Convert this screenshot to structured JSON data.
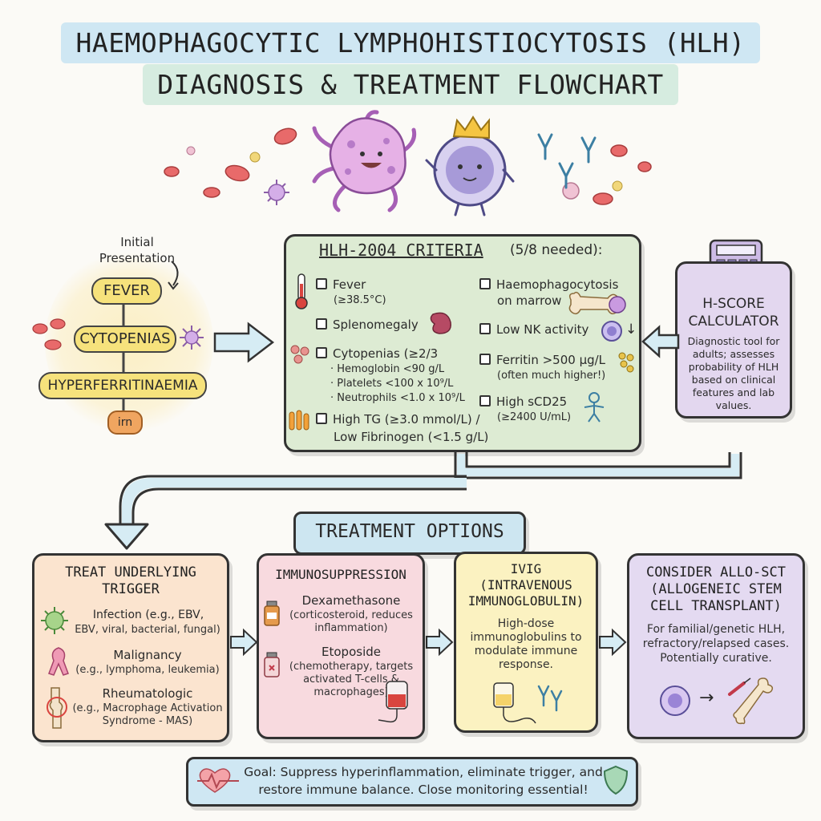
{
  "title": {
    "line1": "HAEMOPHAGOCYTIC LYMPHOHISTIOCYTOSIS (HLH)",
    "line2": "DIAGNOSIS & TREATMENT FLOWCHART"
  },
  "initial": {
    "label": "Initial\nPresentation",
    "items": [
      "FEVER",
      "CYTOPENIAS",
      "HYPERFERRITINAEMIA"
    ],
    "iron_label": "irn"
  },
  "criteria": {
    "title": "HLH-2004 CRITERIA",
    "needed": "(5/8 needed):",
    "left": {
      "fever": "Fever",
      "fever_sub": "(≥38.5°C)",
      "splenomegaly": "Splenomegaly",
      "cytopenias": "Cytopenias (≥2/3",
      "cyto_sub": [
        "· Hemoglobin <90 g/L",
        "· Platelets <100 x 10⁹/L",
        "· Neutrophils <1.0 x 10⁹/L"
      ],
      "tg": "High TG (≥3.0 mmol/L) /",
      "fibrinogen": "Low Fibrinogen (<1.5 g/L)"
    },
    "right": {
      "haemo1": "Haemophagocytosis",
      "haemo2": "on marrow",
      "nk": "Low NK activity",
      "nk_arrow": "↓",
      "ferritin": "Ferritin >500 μg/L",
      "ferritin_sub": "(often much higher!)",
      "scd25": "High sCD25",
      "scd25_sub": "(≥2400 U/mL)"
    }
  },
  "hscore": {
    "title1": "H-SCORE",
    "title2": "CALCULATOR",
    "desc": [
      "Diagnostic tool for",
      "adults; assesses",
      "probability of HLH",
      "based on clinical",
      "features and lab",
      "values."
    ]
  },
  "treatment": {
    "header": "TREATMENT OPTIONS",
    "underlying": {
      "title1": "TREAT UNDERLYING",
      "title2": "TRIGGER",
      "infection": "Infection (e.g., EBV,",
      "infection2": "EBV, viral, bacterial, fungal)",
      "malignancy": "Malignancy",
      "malignancy_sub": "(e.g., lymphoma, leukemia)",
      "rheum": "Rheumatologic",
      "rheum_sub1": "(e.g., Macrophage Activation",
      "rheum_sub2": "Syndrome - MAS)"
    },
    "immuno": {
      "title": "IMMUNOSUPPRESSION",
      "dexa": "Dexamethasone",
      "dexa_sub1": "(corticosteroid, reduces",
      "dexa_sub2": "inflammation)",
      "etop": "Etoposide",
      "etop_sub1": "(chemotherapy, targets",
      "etop_sub2": "activated T-cells &",
      "etop_sub3": "macrophages)"
    },
    "ivig": {
      "title1": "IVIG",
      "title2": "(INTRAVENOUS",
      "title3": "IMMUNOGLOBULIN)",
      "desc": [
        "High-dose",
        "immunoglobulins to",
        "modulate immune",
        "response."
      ]
    },
    "sct": {
      "title1": "CONSIDER ALLO-SCT",
      "title2": "(ALLOGENEIC STEM",
      "title3": "CELL TRANSPLANT)",
      "desc": [
        "For familial/genetic HLH,",
        "refractory/relapsed cases.",
        "Potentially curative."
      ],
      "arrow": "→"
    }
  },
  "goal": {
    "line1": "Goal: Suppress hyperinflammation, eliminate trigger, and",
    "line2": "restore immune balance. Close monitoring essential!"
  },
  "colors": {
    "title_bg1": "#cfe7f3",
    "title_bg2": "#d6ece0",
    "criteria_bg": "#ddebd3",
    "hscore_bg": "#e3d7ef",
    "pill": "#f6e27c",
    "underlying_bg": "#fbe4cf",
    "immuno_bg": "#f8dadf",
    "ivig_bg": "#fbf2c1",
    "sct_bg": "#e4daf1",
    "arrow_fill": "#d6ecf4"
  }
}
